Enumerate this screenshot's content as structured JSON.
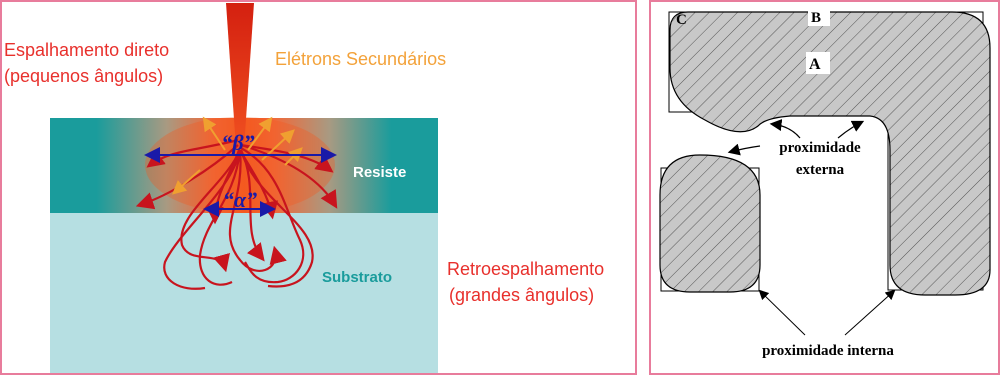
{
  "left_panel": {
    "label_forward": [
      "Espalhamento direto",
      "(pequenos ângulos)"
    ],
    "label_secondary": "Elétrons Secundários",
    "label_resist": "Resiste",
    "label_substrate": "Substrato",
    "label_back": [
      "Retroespalhamento",
      "(grandes ângulos)"
    ],
    "beta_label": "“β”",
    "alpha_label": "“α”"
  },
  "right_panel": {
    "corner_c": "C",
    "corner_b": "B",
    "region_a": "A",
    "label_external": [
      "proximidade",
      "externa"
    ],
    "label_internal": "proximidade interna"
  },
  "colors": {
    "frame": "#e87c9c",
    "resist": "#1a9c9c",
    "substrate": "#b6dfe2",
    "beam": "#e03010",
    "scatter": "#c8141e",
    "secondary": "#f0a030",
    "label_red": "#e8302c",
    "label_orange": "#f3a23a",
    "dimension": "#1a1aa8"
  }
}
